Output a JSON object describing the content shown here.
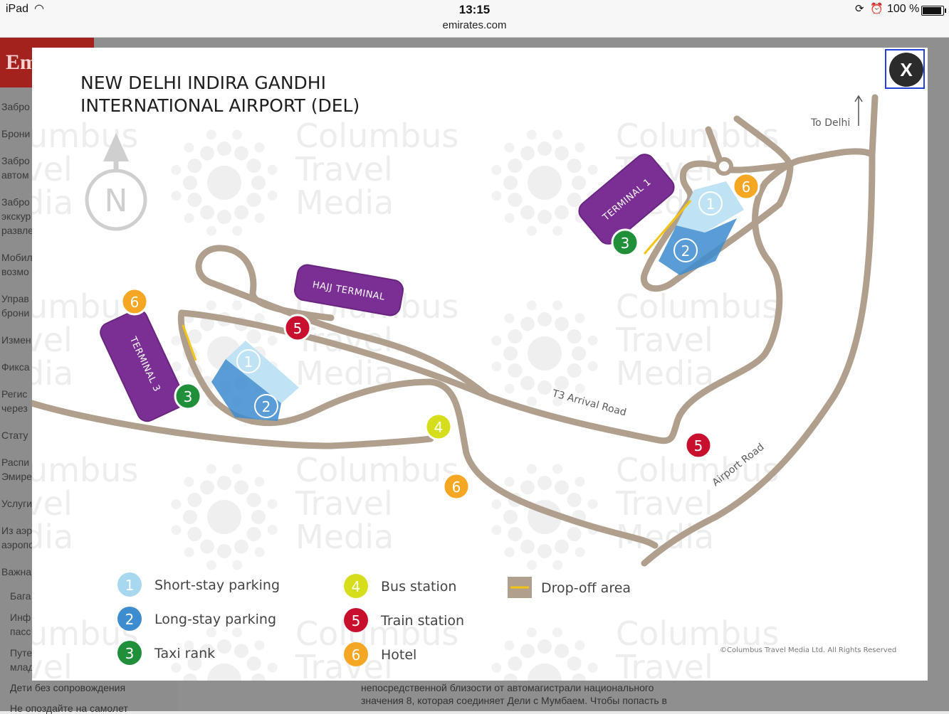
{
  "status_bar": {
    "device": "iPad",
    "time": "13:15",
    "url": "emirates.com",
    "battery": "100 %",
    "battery_level": 1.0,
    "icons": [
      "wifi-icon",
      "rotation-lock-icon",
      "alarm-icon",
      "battery-icon"
    ]
  },
  "background_page": {
    "logo": "Em",
    "sidebar_links": [
      "Забро",
      "Брони",
      "Забро",
      "автом",
      "Забро",
      "экскур",
      "развле",
      "Мобил",
      "возмо",
      "Управ",
      "брони",
      "Измен",
      "Фикса",
      "Регис",
      "через",
      "Стату",
      "Распи",
      "Эмире",
      "Услуги",
      "Из аэр",
      "аэропо",
      "Важна",
      "Бага",
      "Инф",
      "пасс",
      "Путе",
      "млад"
    ],
    "bottom_link": "Дети без сопровождения",
    "bottom_link_2": "Не опоздайте на самолет",
    "bottom_text": "непосредственной близости от автомагистрали национального\nзначения 8, которая соединяет Дели с Мумбаем. Чтобы попасть в"
  },
  "modal": {
    "close_label": "X",
    "title_line1": "NEW DELHI INDIRA GANDHI",
    "title_line2": "INTERNATIONAL AIRPORT (DEL)",
    "compass_letter": "N",
    "watermark_words": [
      "Columbus",
      "Travel",
      "Media"
    ],
    "terminals": {
      "t1": "TERMINAL 1",
      "t3": "TERMINAL 3",
      "hajj": "HAJJ TERMINAL"
    },
    "road_labels": {
      "t3_arrival": "T3 Arrival Road",
      "airport_road": "Airport Road",
      "to_delhi": "To Delhi"
    },
    "legend": [
      {
        "num": "1",
        "label": "Short-stay parking",
        "color": "#a7d8f0"
      },
      {
        "num": "2",
        "label": "Long-stay parking",
        "color": "#3d8ccf"
      },
      {
        "num": "3",
        "label": "Taxi rank",
        "color": "#1f8f3a"
      },
      {
        "num": "4",
        "label": "Bus station",
        "color": "#d6dd1b"
      },
      {
        "num": "5",
        "label": "Train station",
        "color": "#c8102e"
      },
      {
        "num": "6",
        "label": "Hotel",
        "color": "#f5a623"
      }
    ],
    "dropoff_label": "Drop-off area",
    "copyright": "©Columbus Travel Media Ltd. All Rights Reserved",
    "colors": {
      "road": "#b09f8d",
      "terminal": "#7b2f94",
      "dropoff": "#f2c414"
    }
  }
}
